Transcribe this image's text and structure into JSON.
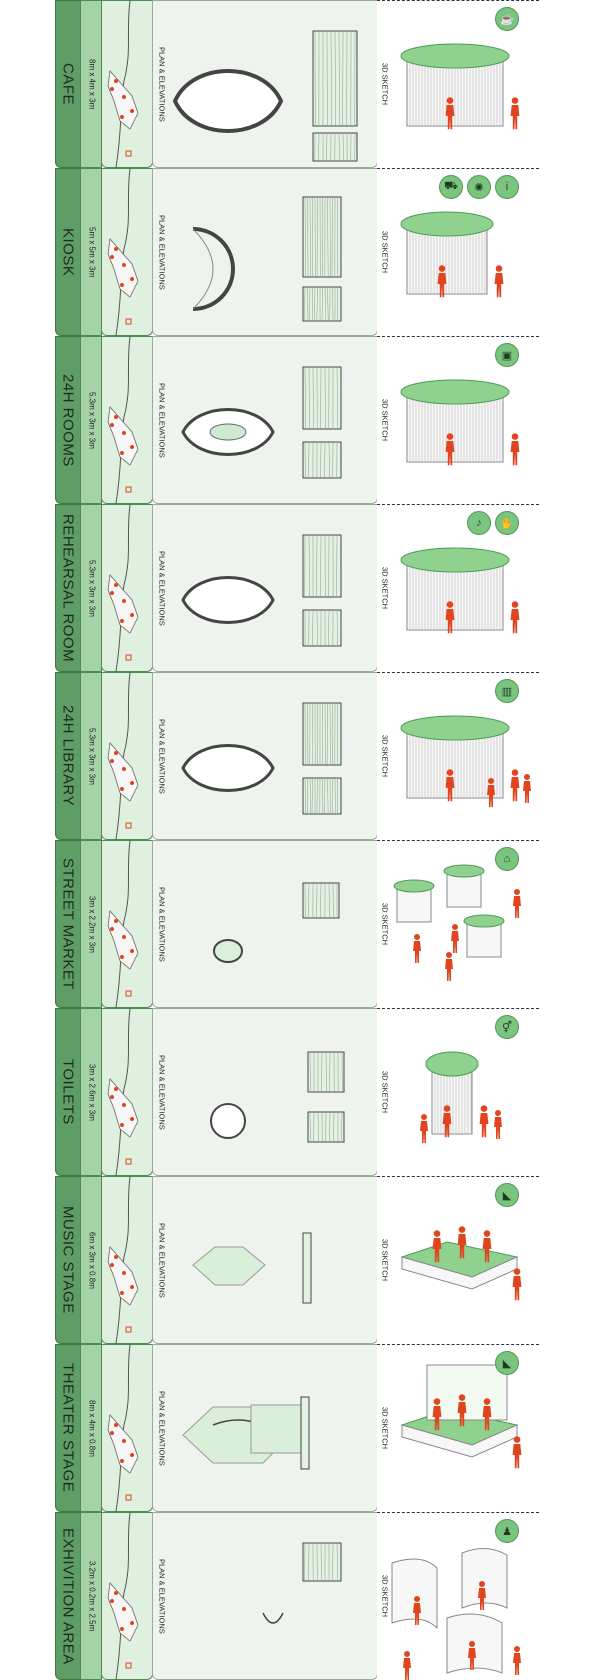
{
  "colors": {
    "name_band": "#5f9d66",
    "dim_band": "#a6d2a8",
    "map_band": "#dff0df",
    "plan_band": "#eef3ee",
    "accent_green": "#8fd18f",
    "figure_red": "#e0451f"
  },
  "labels": {
    "plan": "PLAN & ELEVATIONS",
    "sketch": "3D SKETCH"
  },
  "rows": [
    {
      "name": "CAFE",
      "dims": "8m x 4m x 3m",
      "icons": [
        {
          "name": "coffee-cup-icon",
          "glyph": "☕"
        }
      ]
    },
    {
      "name": "KIOSK",
      "dims": "5m x 5m x 3m",
      "icons": [
        {
          "name": "info-icon",
          "glyph": "i"
        },
        {
          "name": "sun-icon",
          "glyph": "✺"
        },
        {
          "name": "cart-icon",
          "glyph": "⛟"
        }
      ]
    },
    {
      "name": "24H ROOMS",
      "dims": "5.3m x 3m x 3m",
      "icons": [
        {
          "name": "meeting-room-icon",
          "glyph": "▣"
        }
      ]
    },
    {
      "name": "REHEARSAL ROOM",
      "dims": "5.3m x 3m x 3m",
      "icons": [
        {
          "name": "hand-icon",
          "glyph": "✋"
        },
        {
          "name": "microphone-icon",
          "glyph": "♪"
        }
      ]
    },
    {
      "name": "24H LIBRARY",
      "dims": "5.3m x 3m x 3m",
      "icons": [
        {
          "name": "books-icon",
          "glyph": "▥"
        }
      ]
    },
    {
      "name": "STREET MARKET",
      "dims": "3m x 2.2m x 3m",
      "icons": [
        {
          "name": "market-stall-icon",
          "glyph": "⌂"
        }
      ]
    },
    {
      "name": "TOILETS",
      "dims": "3m x 2.6m x 3m",
      "icons": [
        {
          "name": "toilet-icon",
          "glyph": "⚥"
        }
      ]
    },
    {
      "name": "MUSIC STAGE",
      "dims": "6m x 3m x 0.8m",
      "icons": [
        {
          "name": "stage-icon",
          "glyph": "◣"
        }
      ]
    },
    {
      "name": "THEATER STAGE",
      "dims": "8m x 4m x 0.8m",
      "icons": [
        {
          "name": "theater-icon",
          "glyph": "◣"
        }
      ]
    },
    {
      "name": "EXHIVITION AREA",
      "dims": "3.2m x 0.2m x 2.5m",
      "icons": [
        {
          "name": "person-icon",
          "glyph": "♟"
        }
      ]
    }
  ]
}
